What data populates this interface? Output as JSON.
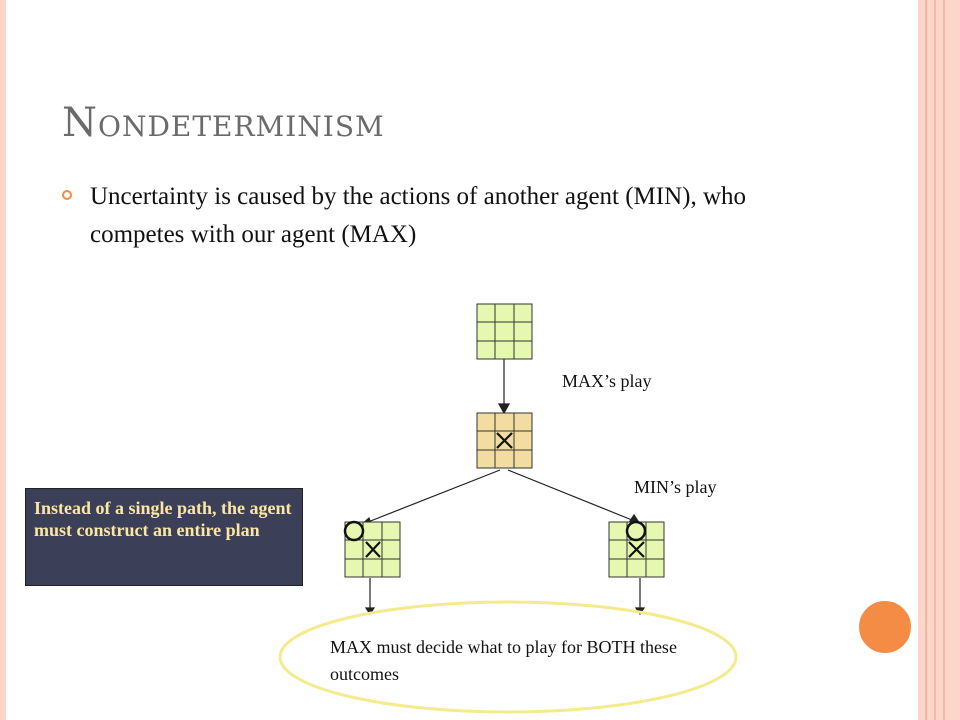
{
  "slide": {
    "title": "Nondeterminism",
    "bullets": [
      "Uncertainty is caused by the actions of another agent (MIN), who competes with our agent (MAX)"
    ],
    "labels": {
      "max_play": "MAX’s play",
      "min_play": "MIN’s play"
    },
    "callout": "Instead of a single path, the agent must construct an entire plan",
    "outcome_note": "MAX must decide what to play for BOTH these outcomes",
    "colors": {
      "accent": "#f08a48",
      "board_green": "#e6f7b0",
      "board_tan": "#f2dca0",
      "callout_bg": "#3b4058",
      "callout_text": "#fbe7a1",
      "ellipse": "#f5eb8c"
    }
  }
}
